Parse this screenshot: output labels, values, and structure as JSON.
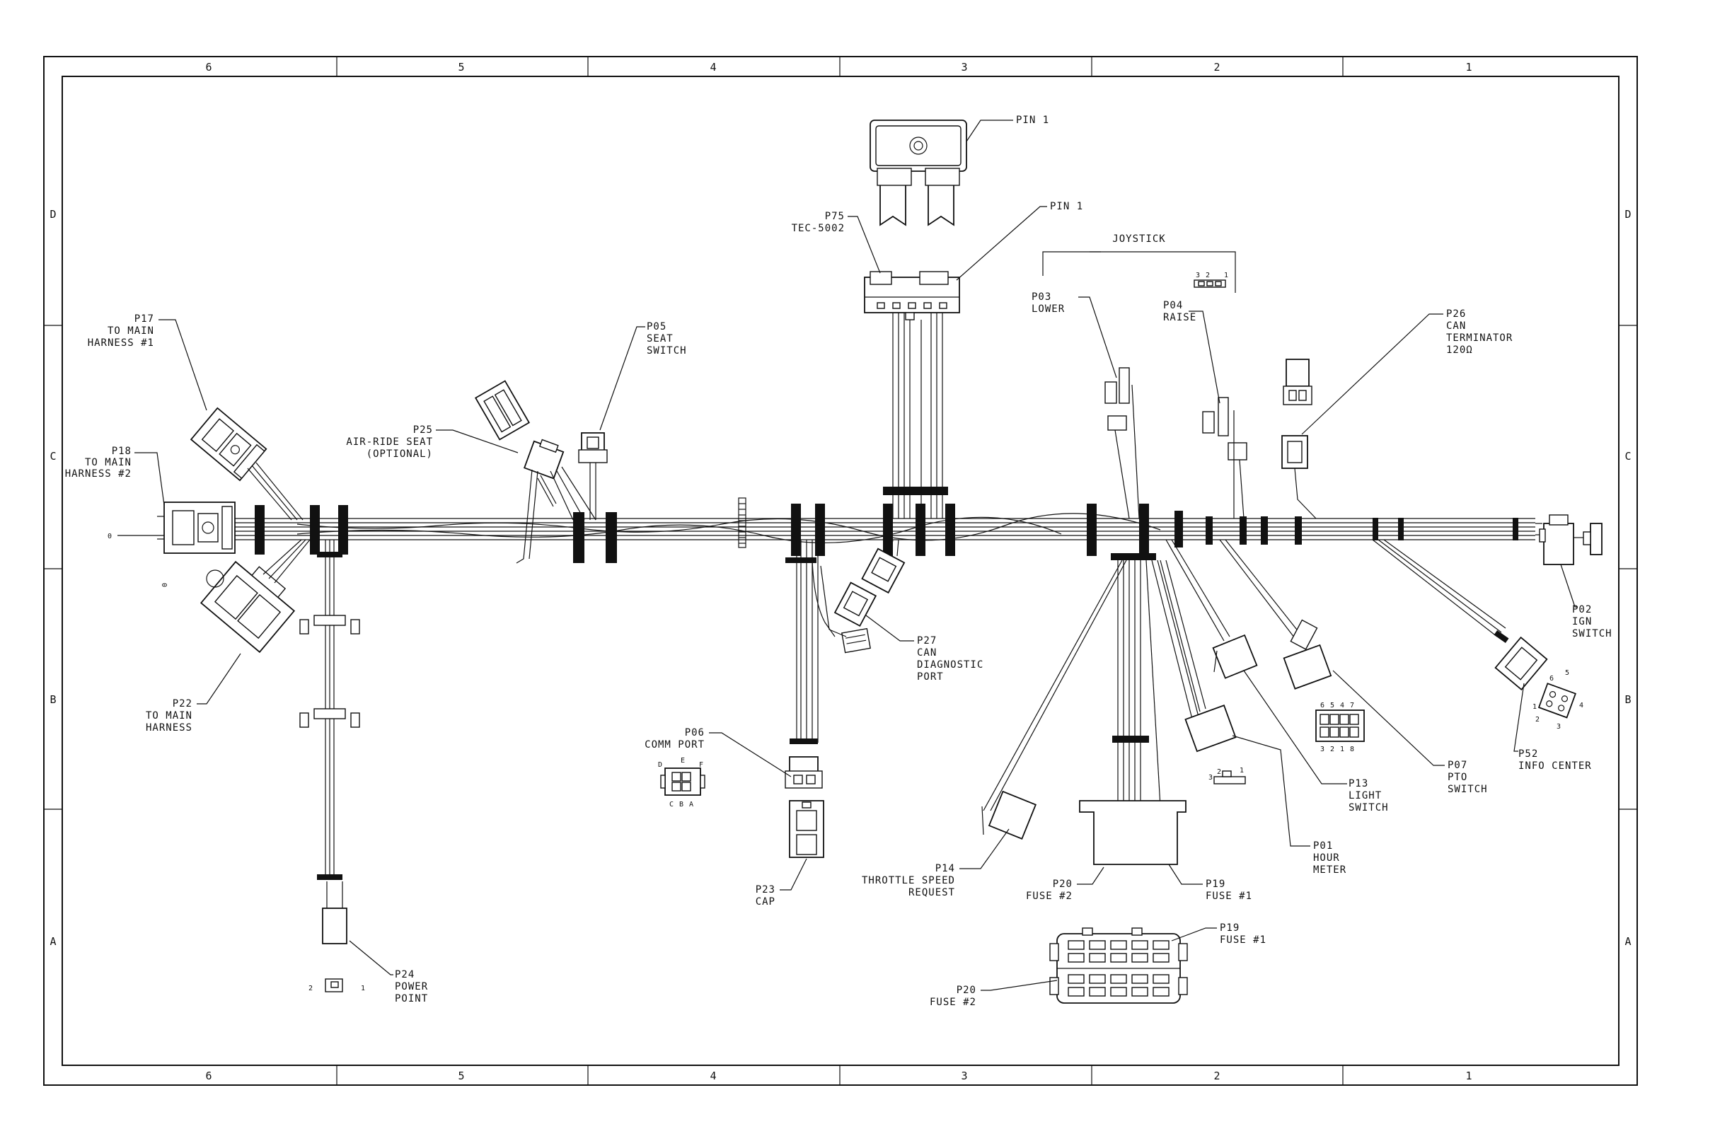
{
  "border": {
    "columns_top": [
      "6",
      "5",
      "4",
      "3",
      "2",
      "1"
    ],
    "columns_bottom": [
      "6",
      "5",
      "4",
      "3",
      "2",
      "1"
    ],
    "rows_left": [
      "D",
      "C",
      "B",
      "A"
    ],
    "rows_right": [
      "D",
      "C",
      "B",
      "A"
    ]
  },
  "labels": {
    "p75_pin1": "PIN 1",
    "p75_pin1b": "PIN 1",
    "p75": [
      "P75",
      "TEC-5002"
    ],
    "joystick": "JOYSTICK",
    "joystick_pins": [
      "3",
      "2",
      "1"
    ],
    "p03": [
      "P03",
      "LOWER"
    ],
    "p04": [
      "P04",
      "RAISE"
    ],
    "p26": [
      "P26",
      "CAN",
      "TERMINATOR",
      "120Ω"
    ],
    "p17": [
      "P17",
      "TO MAIN",
      "HARNESS #1"
    ],
    "p18": [
      "P18",
      "TO MAIN",
      "HARNESS #2"
    ],
    "p18_pin0": "0",
    "p18_pin0b": "0",
    "p05": [
      "P05",
      "SEAT",
      "SWITCH"
    ],
    "p25": [
      "P25",
      "AIR-RIDE SEAT",
      "(OPTIONAL)"
    ],
    "p22": [
      "P22",
      "TO MAIN",
      "HARNESS"
    ],
    "p27": [
      "P27",
      "CAN",
      "DIAGNOSTIC",
      "PORT"
    ],
    "p06": [
      "P06",
      "COMM PORT"
    ],
    "p06_pins_top": [
      "D",
      "E",
      "F"
    ],
    "p06_pins_bottom": [
      "C",
      "B",
      "A"
    ],
    "p23": [
      "P23",
      "CAP"
    ],
    "p24": [
      "P24",
      "POWER",
      "POINT"
    ],
    "p24_pins": [
      "2",
      "1"
    ],
    "p14": [
      "P14",
      "THROTTLE SPEED",
      "REQUEST"
    ],
    "p20": [
      "P20",
      "FUSE #2"
    ],
    "p19": [
      "P19",
      "FUSE #1"
    ],
    "p19b": [
      "P19",
      "FUSE #1"
    ],
    "p20b": [
      "P20",
      "FUSE #2"
    ],
    "p01": [
      "P01",
      "HOUR",
      "METER"
    ],
    "p01_pins": [
      "3",
      "2",
      "1"
    ],
    "p13": [
      "P13",
      "LIGHT",
      "SWITCH"
    ],
    "p13_pins_top": [
      "6",
      "5",
      "4",
      "7"
    ],
    "p13_pins_bottom": [
      "3",
      "2",
      "1",
      "8"
    ],
    "p07": [
      "P07",
      "PTO",
      "SWITCH"
    ],
    "p52": [
      "P52",
      "INFO CENTER"
    ],
    "p52_pins": [
      "1",
      "2",
      "3",
      "4",
      "5",
      "6"
    ],
    "p02": [
      "P02",
      "IGN",
      "SWITCH"
    ]
  }
}
